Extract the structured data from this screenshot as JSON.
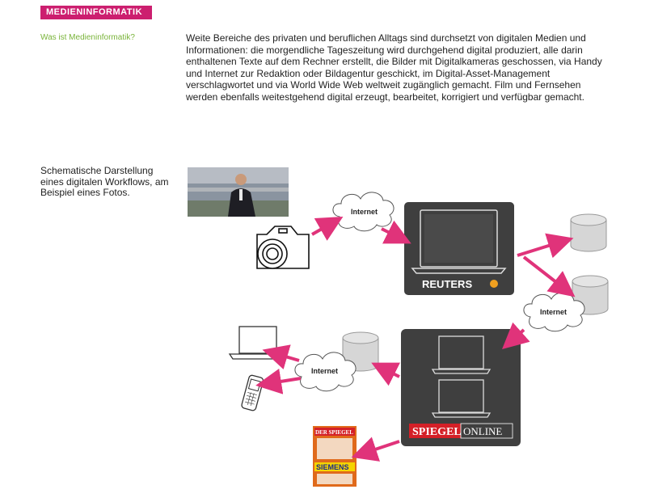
{
  "header": {
    "badge": "MEDIENINFORMATIK"
  },
  "sidebar": {
    "link": "Was ist Medieninformatik?"
  },
  "intro": {
    "text": "Weite Bereiche des privaten und beruflichen Alltags sind durchsetzt von digitalen Medien und Informationen: die morgendliche Tageszeitung wird durchgehend digital produziert, alle darin enthaltenen Texte auf dem Rechner erstellt, die Bilder mit Digitalkameras geschossen, via Handy und Internet zur Redaktion oder Bildagentur geschickt, im Digital-Asset-Management verschlagwortet und via World Wide Web weltweit zugänglich gemacht. Film und Fernsehen werden ebenfalls weitestgehend digital erzeugt, bearbeitet, korrigiert und verfügbar gemacht."
  },
  "caption": {
    "text": "Schematische Darstellung eines digitalen Workflows, am Beispiel eines Fotos."
  },
  "diagram": {
    "cloud_label": "Internet",
    "reuters_label": "REUTERS",
    "spiegel_left": "SPIEGEL",
    "spiegel_right": "ONLINE",
    "magazine_title": "DER SPIEGEL",
    "magazine_cover_word": "SIEMENS",
    "arrow_color": "#e0337a",
    "panel_color": "#3f3f3f",
    "db_color": "#d6d6d6"
  }
}
